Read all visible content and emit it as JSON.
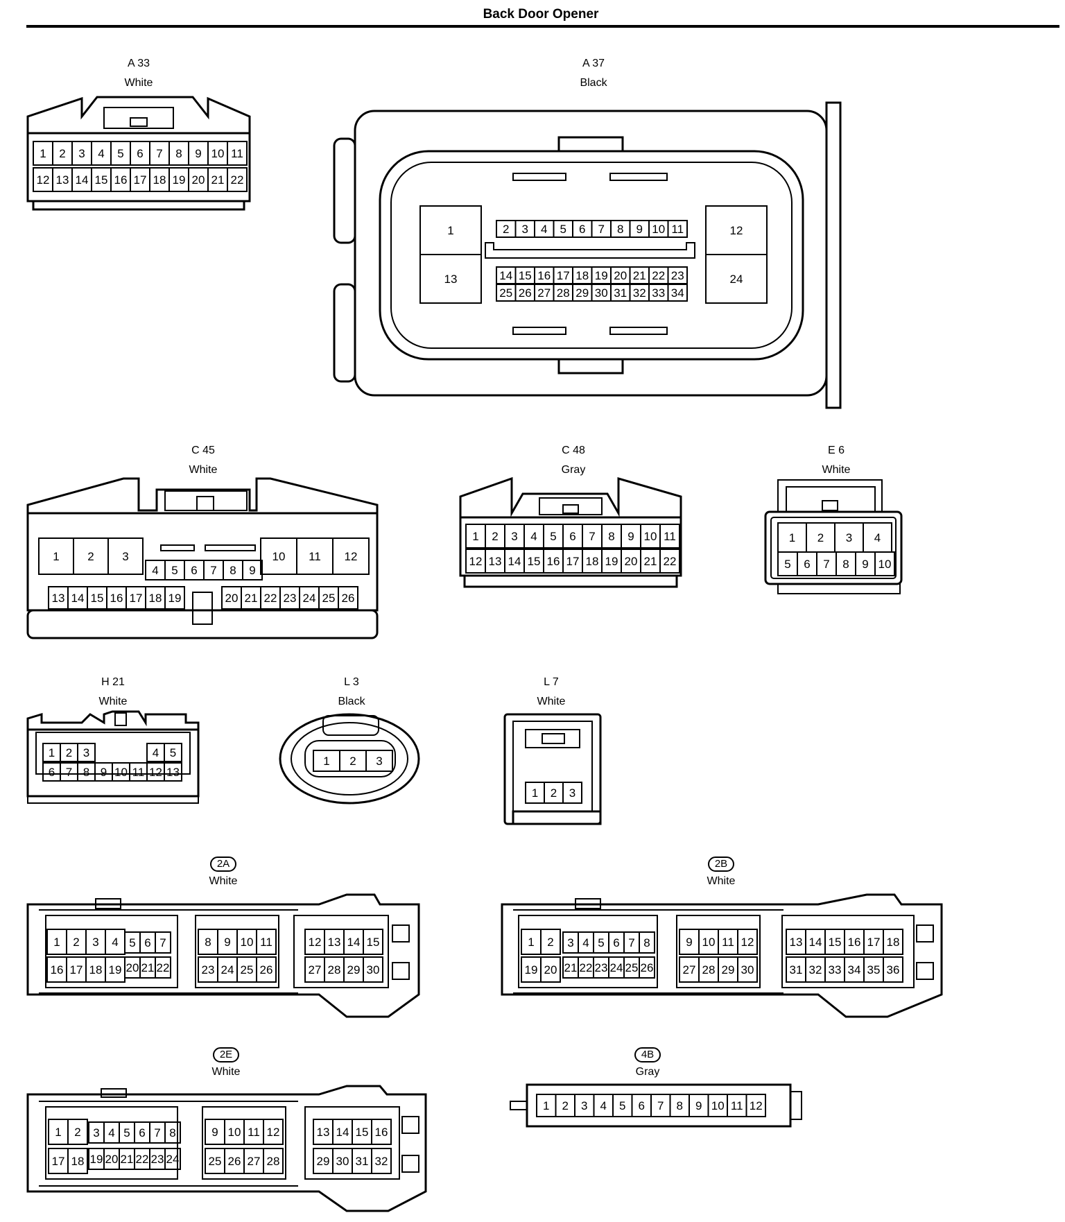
{
  "title": "Back Door Opener",
  "connectors": [
    {
      "id": "A33",
      "code": "A 33",
      "color": "White",
      "pins": 22
    },
    {
      "id": "A37",
      "code": "A 37",
      "color": "Black",
      "pins": 34
    },
    {
      "id": "C45",
      "code": "C 45",
      "color": "White",
      "pins": 26
    },
    {
      "id": "C48",
      "code": "C 48",
      "color": "Gray",
      "pins": 22
    },
    {
      "id": "E6",
      "code": "E 6",
      "color": "White",
      "pins": 10
    },
    {
      "id": "H21",
      "code": "H 21",
      "color": "White",
      "pins": 13
    },
    {
      "id": "L3",
      "code": "L 3",
      "color": "Black",
      "pins": 3
    },
    {
      "id": "L7",
      "code": "L 7",
      "color": "White",
      "pins": 3
    },
    {
      "id": "J2A",
      "code": "2A",
      "color": "White",
      "pins": 30,
      "badge": true
    },
    {
      "id": "J2B",
      "code": "2B",
      "color": "White",
      "pins": 36,
      "badge": true
    },
    {
      "id": "J2E",
      "code": "2E",
      "color": "White",
      "pins": 32,
      "badge": true
    },
    {
      "id": "J4B",
      "code": "4B",
      "color": "Gray",
      "pins": 12,
      "badge": true
    }
  ]
}
